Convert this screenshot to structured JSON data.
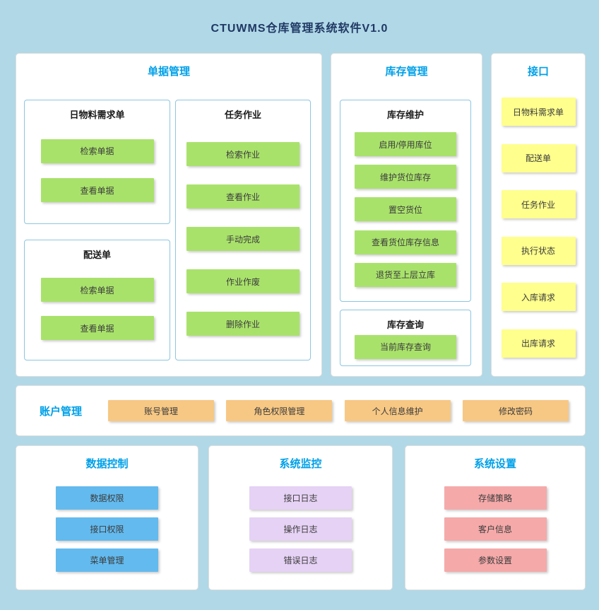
{
  "app": {
    "title": "CTUWMS仓库管理系统软件V1.0"
  },
  "colors": {
    "background": "#b1d8e7",
    "panel_bg": "#ffffff",
    "section_title": "#00a0e8",
    "main_title": "#1f3864",
    "green_button": "#a9e26b",
    "yellow_button": "#ffff8d",
    "orange_button": "#f7c884",
    "blue_button": "#63baee",
    "purple_button": "#e6d2f5",
    "pink_button": "#f5a9a9"
  },
  "panels": {
    "document": {
      "title": "单据管理",
      "groups": [
        {
          "title": "日物料需求单",
          "buttons": [
            "检索单据",
            "查看单据"
          ]
        },
        {
          "title": "配送单",
          "buttons": [
            "检索单据",
            "查看单据"
          ]
        },
        {
          "title": "任务作业",
          "buttons": [
            "检索作业",
            "查看作业",
            "手动完成",
            "作业作废",
            "删除作业"
          ]
        }
      ]
    },
    "inventory": {
      "title": "库存管理",
      "groups": [
        {
          "title": "库存维护",
          "buttons": [
            "启用/停用库位",
            "维护货位库存",
            "置空货位",
            "查看货位库存信息",
            "退货至上层立库"
          ]
        },
        {
          "title": "库存查询",
          "buttons": [
            "当前库存查询"
          ]
        }
      ]
    },
    "interface": {
      "title": "接口",
      "buttons": [
        "日物料需求单",
        "配送单",
        "任务作业",
        "执行状态",
        "入库请求",
        "出库请求"
      ]
    },
    "account": {
      "title": "账户管理",
      "buttons": [
        "账号管理",
        "角色权限管理",
        "个人信息维护",
        "修改密码"
      ]
    },
    "data_control": {
      "title": "数据控制",
      "buttons": [
        "数据权限",
        "接口权限",
        "菜单管理"
      ]
    },
    "monitoring": {
      "title": "系统监控",
      "buttons": [
        "接口日志",
        "操作日志",
        "错误日志"
      ]
    },
    "settings": {
      "title": "系统设置",
      "buttons": [
        "存储策略",
        "客户信息",
        "参数设置"
      ]
    }
  }
}
